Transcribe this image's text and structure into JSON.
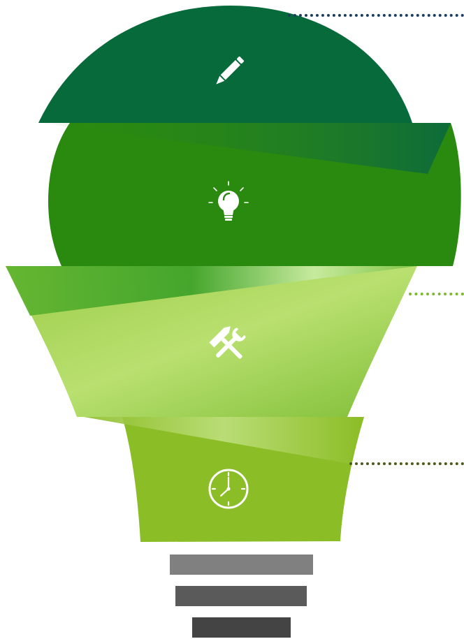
{
  "infographic": {
    "kind": "lightbulb-infographic",
    "segments": [
      {
        "id": "segment-1",
        "icon": "pencil-icon",
        "color": "#066a3a"
      },
      {
        "id": "segment-2",
        "icon": "lightbulb-icon",
        "color": "#2a8a10"
      },
      {
        "id": "segment-3",
        "icon": "tools-icon",
        "color": "#8cc63f"
      },
      {
        "id": "segment-4",
        "icon": "clock-icon",
        "color": "#8bbd26"
      }
    ],
    "base_bars": [
      {
        "id": "base-bar-1",
        "color": "#808080"
      },
      {
        "id": "base-bar-2",
        "color": "#5a5a5a"
      },
      {
        "id": "base-bar-3",
        "color": "#444444"
      }
    ],
    "connectors": [
      {
        "id": "connector-1",
        "color": "#1c3f5e"
      },
      {
        "id": "connector-2",
        "color": "#7cb82f"
      },
      {
        "id": "connector-3",
        "color": "#4a5a1a"
      }
    ]
  }
}
